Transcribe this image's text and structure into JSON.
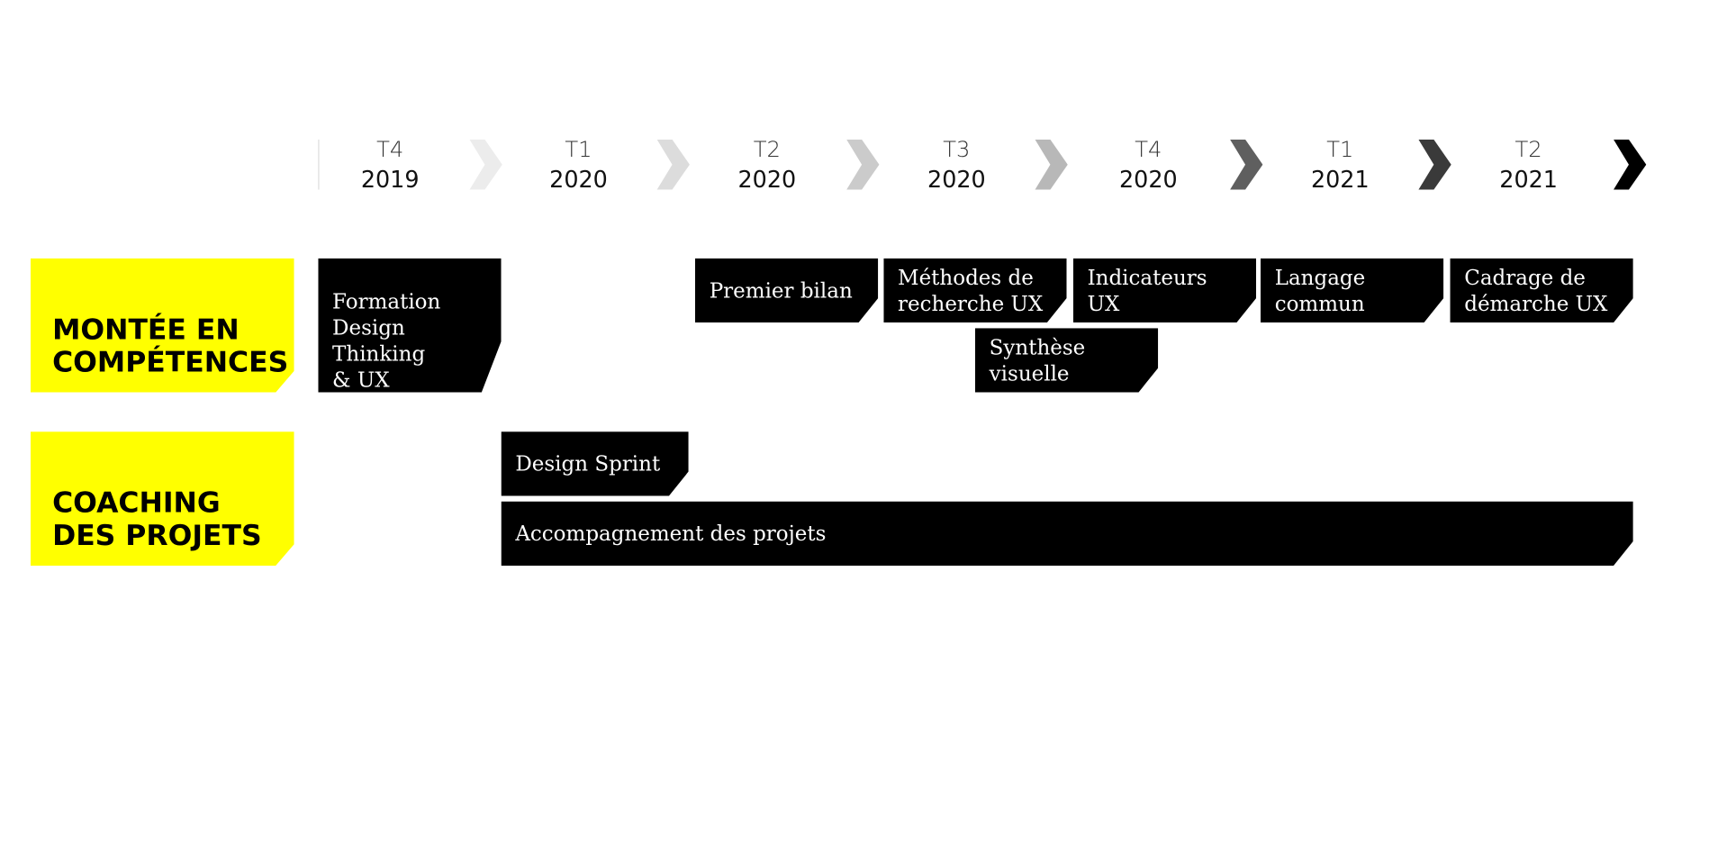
{
  "timeline": {
    "periods": [
      {
        "quarter": "T4",
        "year": "2019"
      },
      {
        "quarter": "T1",
        "year": "2020"
      },
      {
        "quarter": "T2",
        "year": "2020"
      },
      {
        "quarter": "T3",
        "year": "2020"
      },
      {
        "quarter": "T4",
        "year": "2020"
      },
      {
        "quarter": "T1",
        "year": "2021"
      },
      {
        "quarter": "T2",
        "year": "2021"
      }
    ],
    "chevron_colors": [
      "#ececec",
      "#dcdcdc",
      "#cbcbcb",
      "#b8b8b8",
      "#5f5f5f",
      "#3a3a3a",
      "#000000"
    ]
  },
  "rows": [
    {
      "label": "MONTÉE EN\nCOMPÉTENCES",
      "color": "#ffff00"
    },
    {
      "label": "COACHING\nDES PROJETS",
      "color": "#ffff00"
    }
  ],
  "activities": {
    "formation": "Formation\nDesign Thinking\n& UX",
    "premier_bilan": "Premier bilan",
    "methodes": "Méthodes de\nrecherche UX",
    "indicateurs": "Indicateurs UX",
    "langage": "Langage\ncommun",
    "cadrage": "Cadrage de\ndémarche UX",
    "synthese": "Synthèse\nvisuelle",
    "design_sprint": "Design Sprint",
    "accompagnement": "Accompagnement des projets"
  },
  "colors": {
    "box": "#000000",
    "box_text": "#ffffff",
    "label_bg": "#ffff00"
  }
}
